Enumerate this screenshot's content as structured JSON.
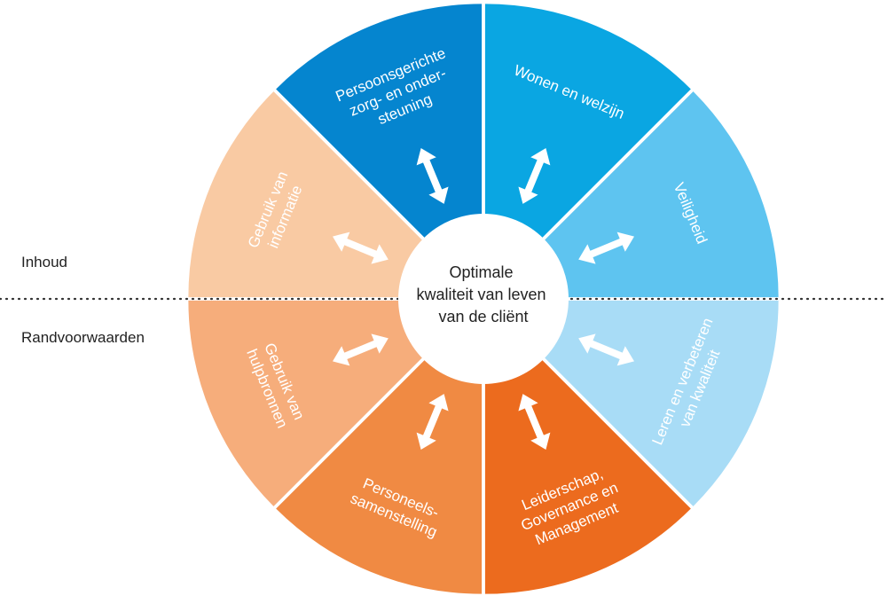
{
  "labels": {
    "top": "Inhoud",
    "bottom": "Randvoorwaarden"
  },
  "center": {
    "lines": [
      "Optimale",
      "kwaliteit van leven",
      "van de cliënt"
    ]
  },
  "segments": [
    {
      "id": "wonen-en-welzijn",
      "lines": [
        "Wonen en welzijn"
      ],
      "color": "#0aa6e2"
    },
    {
      "id": "veiligheid",
      "lines": [
        "Veiligheid"
      ],
      "color": "#5ec4f0"
    },
    {
      "id": "leren-en-verbeteren",
      "lines": [
        "Leren en verbeteren",
        "van kwaliteit"
      ],
      "color": "#a8dcf6"
    },
    {
      "id": "leiderschap",
      "lines": [
        "Leiderschap,",
        "Governance en",
        "Management"
      ],
      "color": "#ec6b1e"
    },
    {
      "id": "personeelssamenstelling",
      "lines": [
        "Personeels-",
        "samenstelling"
      ],
      "color": "#f08a43"
    },
    {
      "id": "gebruik-hulpbronnen",
      "lines": [
        "Gebruik van",
        "hulpbronnen"
      ],
      "color": "#f6ad7b"
    },
    {
      "id": "gebruik-informatie",
      "lines": [
        "Gebruik van",
        "informatie"
      ],
      "color": "#f9caa3"
    },
    {
      "id": "persoonsgerichte-zorg",
      "lines": [
        "Persoonsgerichte",
        "zorg- en onder-",
        "steuning"
      ],
      "color": "#0585cf"
    }
  ]
}
